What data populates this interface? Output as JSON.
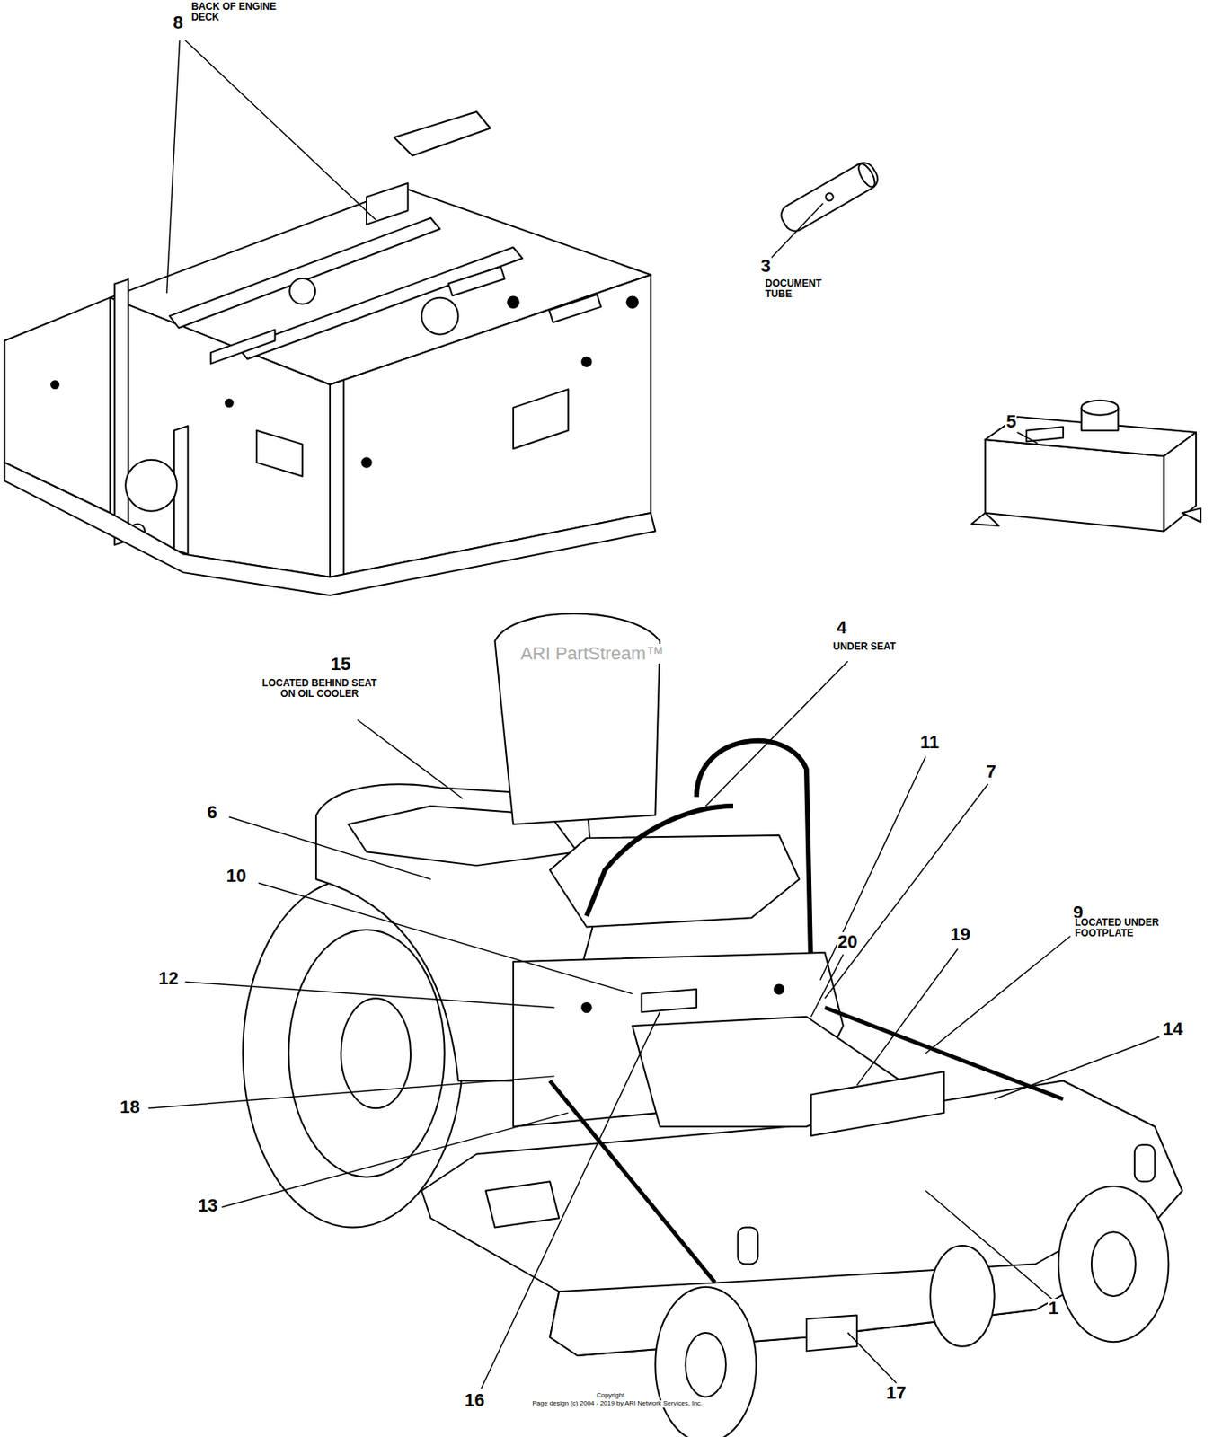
{
  "diagram": {
    "labels": [
      "8",
      "BACK OF ENGINE DECK",
      "3",
      "DOCUMENT TUBE",
      "5",
      "4",
      "UNDER SEAT",
      "15",
      "LOCATED BEHIND SEAT ON OIL COOLER",
      "6",
      "10",
      "11",
      "7",
      "9",
      "LOCATED UNDER FOOTPLATE",
      "20",
      "19",
      "14",
      "12",
      "18",
      "13",
      "16",
      "17",
      "1",
      "ARI PartStream™",
      "Copyright",
      "Page design (c) 2004 - 2019 by ARI Network Services, Inc."
    ]
  }
}
